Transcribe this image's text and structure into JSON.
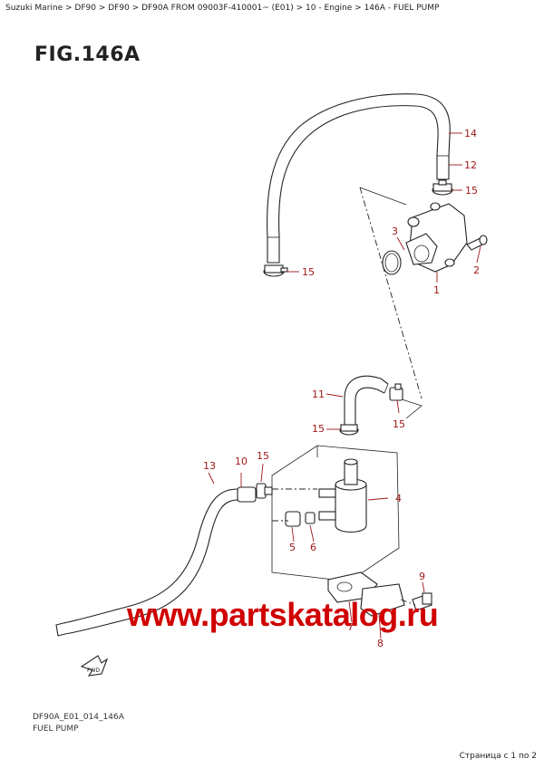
{
  "breadcrumb": [
    "Suzuki Marine",
    "DF90",
    "DF90",
    "DF90A FROM 09003F-410001~ (E01)",
    "10 - Engine",
    "146A - FUEL PUMP"
  ],
  "figure": {
    "title": "FIG.146A",
    "code": "DF90A_E01_014_146A",
    "name": "FUEL PUMP"
  },
  "callouts": [
    "14",
    "12",
    "15",
    "3",
    "2",
    "1",
    "15",
    "11",
    "15",
    "15",
    "13",
    "10",
    "15",
    "4",
    "5",
    "6",
    "9",
    "7",
    "8"
  ],
  "fwd_label": "FWD",
  "watermark": "www.partskatalog.ru",
  "pager": "Страница с 1 по 2",
  "colors": {
    "callout": "#a01818",
    "watermark": "#d00000",
    "line": "#222222"
  }
}
